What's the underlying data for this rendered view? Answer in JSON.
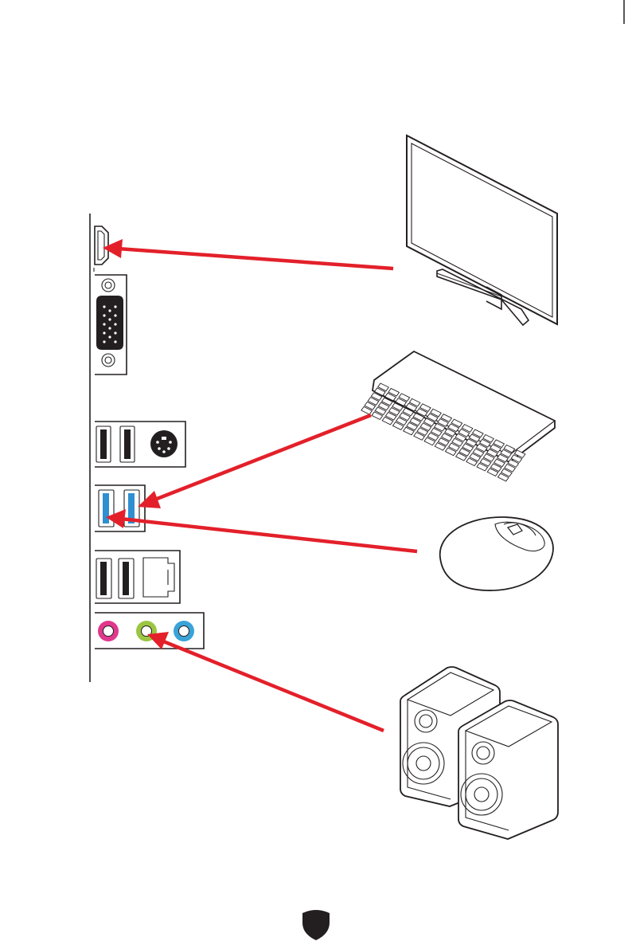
{
  "diagram": {
    "kind": "rear-io-peripheral-connections",
    "devices": [
      {
        "id": "monitor",
        "connects_to": "hdmi-port"
      },
      {
        "id": "keyboard",
        "connects_to": "usb-3-port"
      },
      {
        "id": "mouse",
        "connects_to": "usb-3-port"
      },
      {
        "id": "speakers",
        "connects_to": "line-out-jack"
      }
    ],
    "ports": [
      "hdmi-port",
      "vga-port",
      "usb-2-ports",
      "ps2-port",
      "usb-3-ports",
      "usb-2-ports",
      "lan-port",
      "audio-jacks"
    ],
    "colors": {
      "arrow": "#e3202a",
      "usb3": "#2f8fd0",
      "mic_in": "#e0388c",
      "line_out": "#9cc642",
      "line_in": "#3aa3d8",
      "outline": "#231f20",
      "logo": "#231f20"
    },
    "icons": [
      "monitor-icon",
      "keyboard-icon",
      "mouse-icon",
      "speakers-icon",
      "shield-logo-icon"
    ]
  }
}
